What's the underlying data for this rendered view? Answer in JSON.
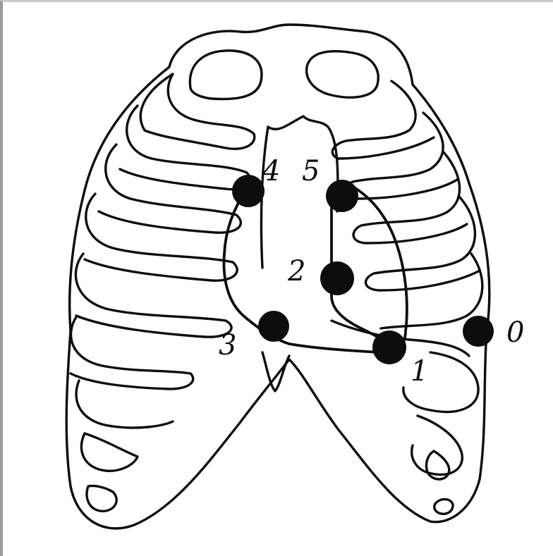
{
  "points": [
    {
      "id": "0",
      "label": "0"
    },
    {
      "id": "1",
      "label": "1"
    },
    {
      "id": "2",
      "label": "2"
    },
    {
      "id": "3",
      "label": "3"
    },
    {
      "id": "4",
      "label": "4"
    },
    {
      "id": "5",
      "label": "5"
    }
  ],
  "colors": {
    "ink": "#0d0d0d",
    "background": "#ffffff"
  }
}
